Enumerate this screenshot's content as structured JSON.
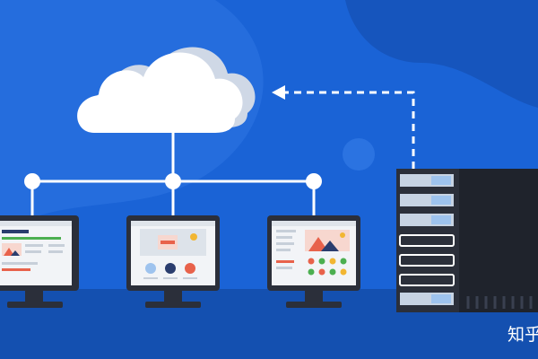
{
  "scene": {
    "description_free": true,
    "colors": {
      "background": "#1a63d6",
      "background_light": "#2f77e3",
      "blob_dark": "#1655bd",
      "floor": "#1450b0",
      "cloud": "#ffffff",
      "cloud_shadow": "#cfd8e6",
      "line": "#ffffff",
      "node": "#ffffff",
      "monitor_frame": "#2b2f3a",
      "monitor_screen": "#f2f4f7",
      "server_body": "#2b2f3a",
      "server_bay": "#c7d3e3",
      "server_bay_light": "#9ec3ee",
      "accent_red": "#e8624b",
      "accent_navy": "#2a3d6e",
      "accent_green": "#4caf50",
      "accent_yellow": "#f2b632"
    },
    "icons": [
      "cloud-icon",
      "desktop-monitor-icon",
      "server-rack-icon",
      "dashed-arrow-icon"
    ],
    "monitors": [
      {
        "screen_type": "dashboard"
      },
      {
        "screen_type": "profile-card"
      },
      {
        "screen_type": "gallery-settings"
      }
    ]
  },
  "watermark": {
    "text": "知乎"
  }
}
